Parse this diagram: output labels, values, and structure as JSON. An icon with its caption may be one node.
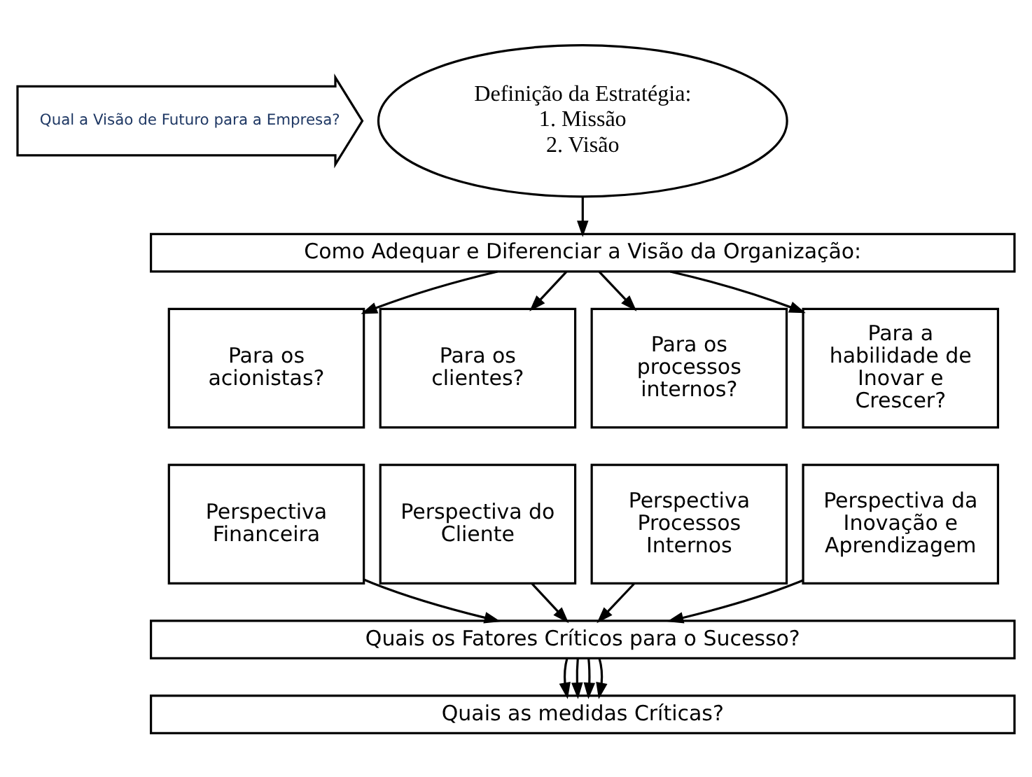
{
  "diagram": {
    "nodes": [
      {
        "text": [
          "Qual a Visão de Futuro para a Empresa?"
        ]
      },
      {
        "text": [
          "Definição da Estratégia:",
          "1. Missão",
          "2. Visão"
        ]
      },
      {
        "text": [
          "Como Adequar e Diferenciar a Visão da Organização:"
        ]
      },
      {
        "text": [
          "Para os acionistas?"
        ]
      },
      {
        "text": [
          "Para os clientes?"
        ]
      },
      {
        "text": [
          "Para os processos internos?"
        ]
      },
      {
        "text": [
          "Para a habilidade de Inovar e Crescer?"
        ]
      },
      {
        "text": [
          "Perspectiva Financeira"
        ]
      },
      {
        "text": [
          "Perspectiva do Cliente"
        ]
      },
      {
        "text": [
          "Perspectiva Processos Internos"
        ]
      },
      {
        "text": [
          "Perspectiva da Inovação e Aprendizagem"
        ]
      },
      {
        "text": [
          "Quais os Fatores Críticos para o Sucesso?"
        ]
      },
      {
        "text": [
          "Quais as medidas Críticas?"
        ]
      }
    ],
    "edges": [
      {
        "from": 1,
        "to": 2,
        "arrow": "to"
      },
      {
        "from": 2,
        "to": 3,
        "arrow": "to"
      },
      {
        "from": 2,
        "to": 4,
        "arrow": "to"
      },
      {
        "from": 2,
        "to": 5,
        "arrow": "to"
      },
      {
        "from": 2,
        "to": 6,
        "arrow": "to"
      },
      {
        "from": 7,
        "to": 11,
        "arrow": "to"
      },
      {
        "from": 8,
        "to": 11,
        "arrow": "to"
      },
      {
        "from": 9,
        "to": 11,
        "arrow": "to"
      },
      {
        "from": 10,
        "to": 11,
        "arrow": "to"
      },
      {
        "from": 11,
        "to": 12,
        "arrow": "to"
      },
      {
        "from": 11,
        "to": 12,
        "arrow": "to"
      },
      {
        "from": 11,
        "to": 12,
        "arrow": "to"
      },
      {
        "from": 11,
        "to": 12,
        "arrow": "to"
      }
    ]
  }
}
